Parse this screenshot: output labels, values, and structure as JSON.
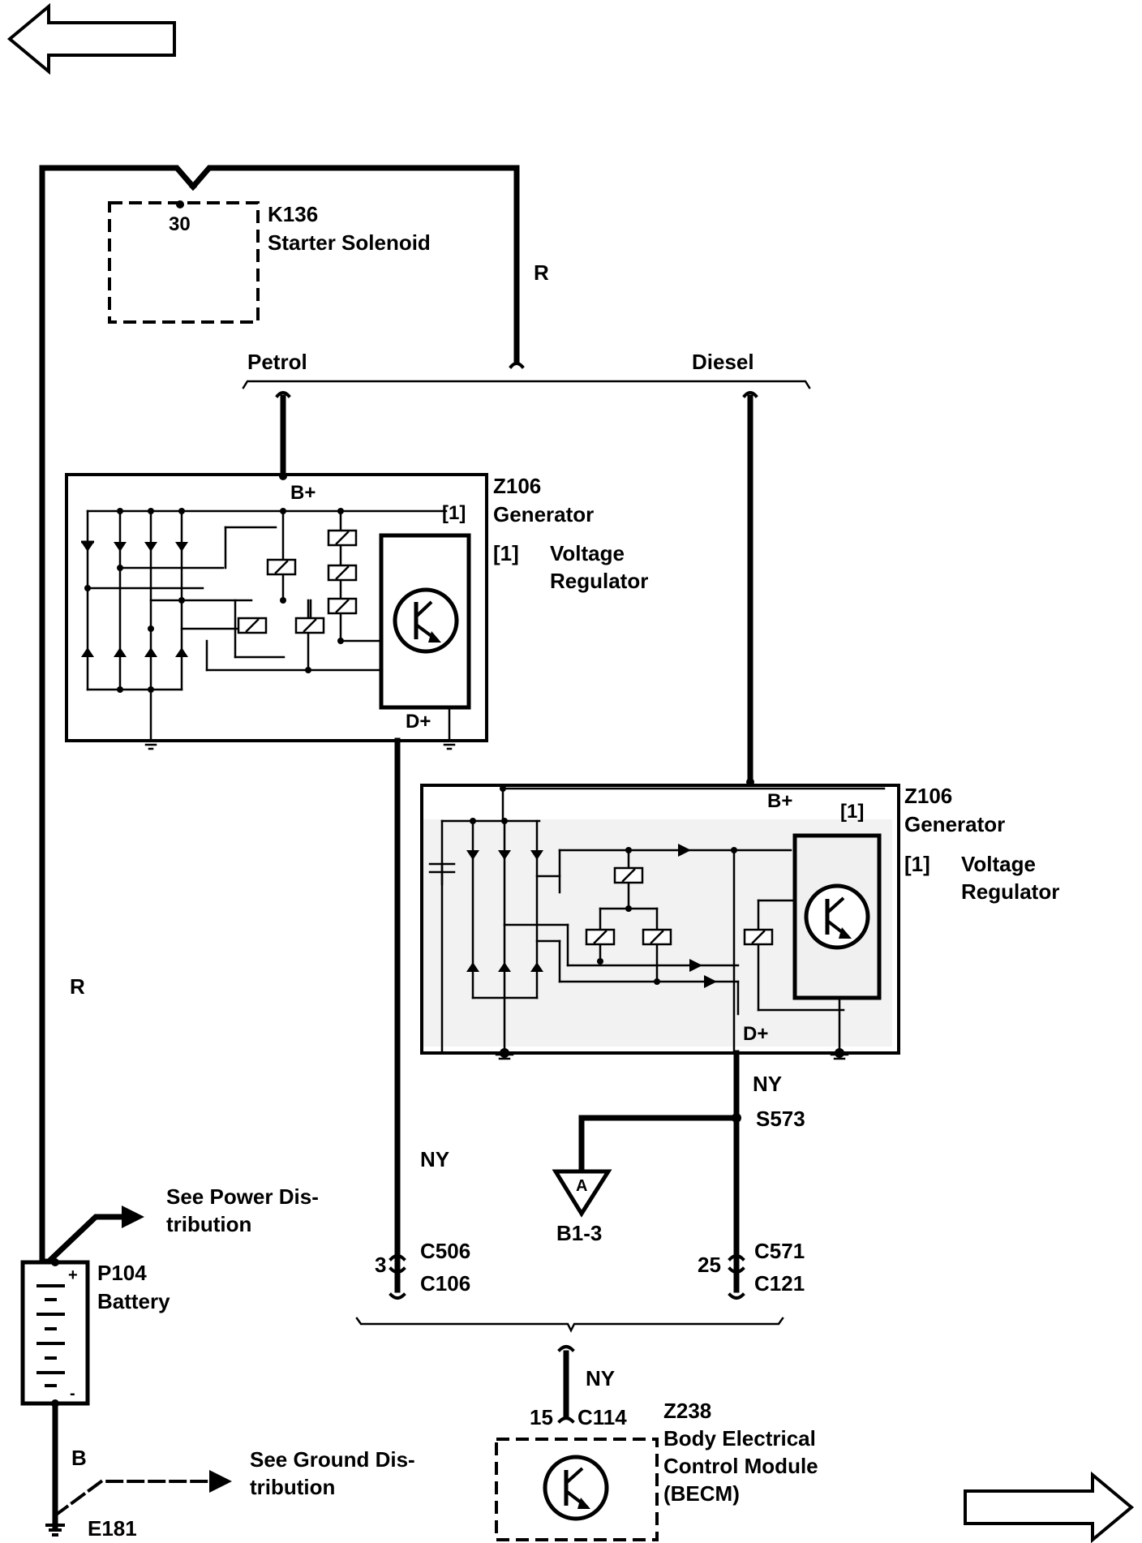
{
  "navigation": {
    "back_arrow": "left-arrow-icon",
    "forward_arrow": "right-arrow-icon"
  },
  "starter": {
    "code": "K136",
    "name": "Starter Solenoid",
    "pin": "30"
  },
  "wires": {
    "r_top": "R",
    "r_left": "R",
    "ny_left": "NY",
    "ny_right": "NY",
    "ny_bottom": "NY",
    "b_ground": "B"
  },
  "variants": {
    "petrol": "Petrol",
    "diesel": "Diesel"
  },
  "generator_petrol": {
    "code": "Z106",
    "name": "Generator",
    "ref": "[1]",
    "regulator_ref": "[1]",
    "regulator_line1": "Voltage",
    "regulator_line2": "Regulator",
    "b_plus": "B+",
    "d_plus": "D+"
  },
  "generator_diesel": {
    "code": "Z106",
    "name": "Generator",
    "ref": "[1]",
    "regulator_ref": "[1]",
    "regulator_line1": "Voltage",
    "regulator_line2": "Regulator",
    "b_plus": "B+",
    "d_plus": "D+"
  },
  "splice": {
    "code": "S573",
    "triangle_letter": "A",
    "ref": "B1-3"
  },
  "connectors": {
    "left_pin": "3",
    "left_top": "C506",
    "left_bottom": "C106",
    "right_pin": "25",
    "right_top": "C571",
    "right_bottom": "C121",
    "becm_pin": "15",
    "becm_conn": "C114"
  },
  "battery": {
    "code": "P104",
    "name": "Battery",
    "plus": "+",
    "minus": "-"
  },
  "power_dist": {
    "line1": "See Power Dis-",
    "line2": "tribution"
  },
  "ground_dist": {
    "line1": "See Ground Dis-",
    "line2": "tribution"
  },
  "ground": {
    "code": "E181"
  },
  "becm": {
    "code": "Z238",
    "line1": "Body Electrical",
    "line2": "Control Module",
    "line3": "(BECM)"
  }
}
